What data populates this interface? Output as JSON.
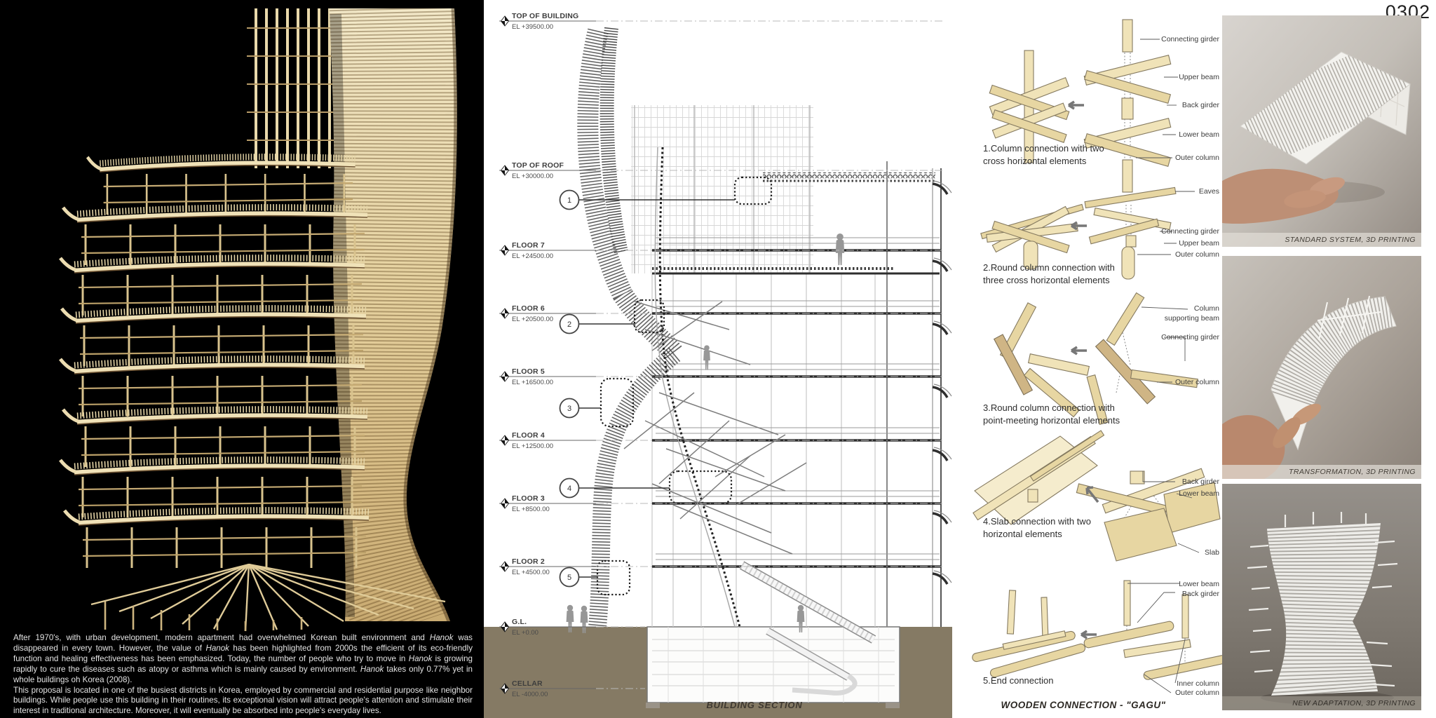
{
  "page_number": "0302",
  "intro": {
    "italic_word": "Hanok",
    "paragraphs": [
      "After 1970's, with urban development, modern apartment had overwhelmed Korean built environment and Hanok was disappeared in every town. However, the value of Hanok has been highlighted from 2000s the efficient of its eco-friendly function and healing effectiveness has been emphasized. Today, the number of people who try to move in Hanok is growing rapidly to cure the diseases such as atopy or asthma which is mainly caused by environment. Hanok takes only 0.77% yet in whole buildings oh Korea (2008).",
      "This proposal is located in one of the busiest districts in Korea, employed by commercial and residential purpose like neighbor buildings. While people use this building in their routines, its exceptional vision will attract people's attention and stimulate their interest in traditional architecture. Moreover, it will eventually be absorbed into people's everyday lives."
    ]
  },
  "building_section": {
    "title": "BUILDING SECTION",
    "levels": [
      {
        "name": "TOP OF BUILDING",
        "elevation": "EL +39500.00"
      },
      {
        "name": "TOP OF ROOF",
        "elevation": "EL +30000.00"
      },
      {
        "name": "FLOOR 7",
        "elevation": "EL +24500.00"
      },
      {
        "name": "FLOOR 6",
        "elevation": "EL +20500.00"
      },
      {
        "name": "FLOOR 5",
        "elevation": "EL +16500.00"
      },
      {
        "name": "FLOOR 4",
        "elevation": "EL +12500.00"
      },
      {
        "name": "FLOOR 3",
        "elevation": "EL +8500.00"
      },
      {
        "name": "FLOOR 2",
        "elevation": "EL +4500.00"
      },
      {
        "name": "G.L.",
        "elevation": "EL +0.00"
      },
      {
        "name": "CELLAR",
        "elevation": "EL -4000.00"
      }
    ],
    "detail_markers": [
      "1",
      "2",
      "3",
      "4",
      "5"
    ]
  },
  "connections": {
    "title": "WOODEN CONNECTION - \"GAGU\"",
    "diagrams": [
      {
        "caption_lines": [
          "1.Column connection with two",
          "cross horizontal elements"
        ],
        "labels": [
          [
            "Connecting girder"
          ],
          [
            "Upper beam"
          ],
          [
            "Back girder"
          ],
          [
            "Lower beam"
          ],
          [
            "Outer column"
          ]
        ]
      },
      {
        "caption_lines": [
          "2.Round column connection with",
          "three cross horizontal elements"
        ],
        "labels": [
          [
            "Eaves"
          ],
          [
            "Connecting girder"
          ],
          [
            "Upper beam"
          ],
          [
            "Outer column"
          ]
        ]
      },
      {
        "caption_lines": [
          "3.Round column connection with",
          "point-meeting horizontal elements"
        ],
        "labels": [
          [
            "Column",
            "supporting beam"
          ],
          [
            "Connecting girder"
          ],
          [
            "Outer column"
          ]
        ]
      },
      {
        "caption_lines": [
          "4.Slab connection with two",
          "horizontal elements"
        ],
        "labels": [
          [
            "Back girder"
          ],
          [
            "Lower beam"
          ],
          [
            "Slab"
          ]
        ]
      },
      {
        "caption_lines": [
          "5.End connection"
        ],
        "labels": [
          [
            "Lower beam"
          ],
          [
            "Back girder"
          ],
          [
            "Inner column"
          ],
          [
            "Outer column"
          ]
        ]
      }
    ]
  },
  "photos": [
    {
      "caption": "STANDARD SYSTEM, 3D PRINTING"
    },
    {
      "caption": "TRANSFORMATION, 3D PRINTING"
    },
    {
      "caption": "NEW ADAPTATION, 3D PRINTING"
    }
  ],
  "colors": {
    "wood": "#ead9ae",
    "ground": "#857a64",
    "ink": "#2e2e2e"
  }
}
